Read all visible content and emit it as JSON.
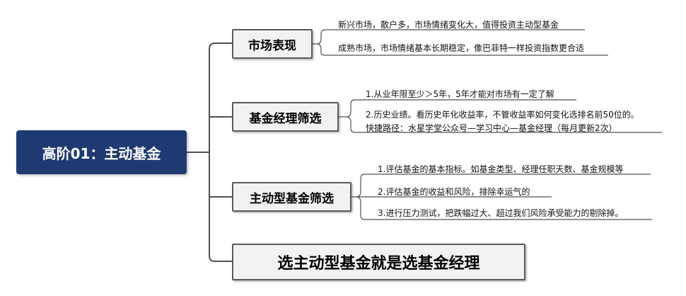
{
  "root": {
    "label": "高阶01：主动基金"
  },
  "branches": [
    {
      "label": "市场表现",
      "leaves": [
        "新兴市场，散户多，市场情绪变化大，值得投资主动型基金",
        "成熟市场，市场情绪基本长期稳定，像巴菲特一样投资指数更合适"
      ]
    },
    {
      "label": "基金经理筛选",
      "leaves": [
        "1.从业年限至少＞5年，5年才能对市场有一定了解",
        "2.历史业绩。看历史年化收益率，不管收益率如何变化选排名前50位的。",
        "快捷路径：水星学堂公众号—学习中心—基金经理（每月更新2次）"
      ]
    },
    {
      "label": "主动型基金筛选",
      "leaves": [
        "1.评估基金的基本指标。如基金类型、经理任职天数、基金规模等",
        "2.评估基金的收益和风险，排除幸运气的",
        "3.进行压力测试，把跌幅过大、超过我们风险承受能力的剔除掉。"
      ]
    },
    {
      "label": "选主动型基金就是选基金经理",
      "leaves": []
    }
  ]
}
